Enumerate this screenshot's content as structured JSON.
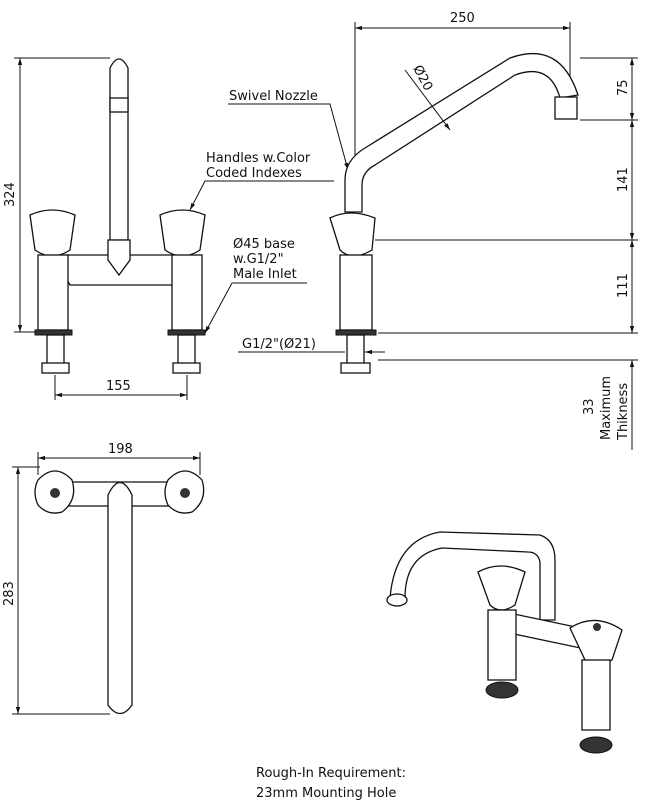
{
  "dimensions": {
    "front_height": "324",
    "front_inlet_spacing": "155",
    "spout_reach": "250",
    "spout_diameter": "Ø20",
    "spout_drop": "75",
    "spout_rise": "141",
    "body_height": "111",
    "max_thickness_value": "33",
    "max_thickness_label_1": "Maximum",
    "max_thickness_label_2": "Thikness",
    "top_width": "198",
    "top_depth": "283"
  },
  "callouts": {
    "swivel_nozzle": "Swivel Nozzle",
    "handles_1": "Handles w.Color",
    "handles_2": "Coded Indexes",
    "base_1": "Ø45 base",
    "base_2": "w.G1/2\"",
    "base_3": "Male Inlet",
    "thread": "G1/2\"(Ø21)"
  },
  "footer": {
    "line1": "Rough-In Requirement:",
    "line2": "23mm Mounting Hole"
  }
}
